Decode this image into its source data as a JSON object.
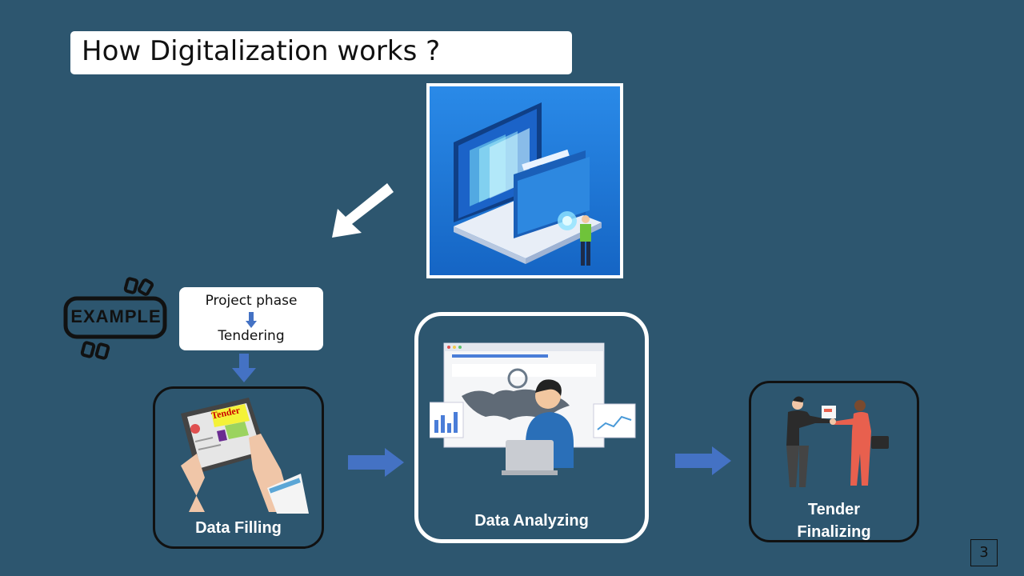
{
  "title": "How Digitalization works ?",
  "example_badge": "EXAMPLE",
  "phase": {
    "top": "Project phase",
    "bottom": "Tendering"
  },
  "steps": [
    {
      "label": "Data Filling",
      "image_text": "Tender"
    },
    {
      "label": "Data Analyzing"
    },
    {
      "label_line1": "Tender",
      "label_line2": "Finalizing"
    }
  ],
  "page_number": "3",
  "colors": {
    "background": "#2d566f",
    "arrow": "#4472c4",
    "hero_bg": "#1f78d8"
  },
  "icons": [
    "digital-folder-illustration",
    "tablet-tender-illustration",
    "data-analysis-illustration",
    "handshake-illustration"
  ]
}
